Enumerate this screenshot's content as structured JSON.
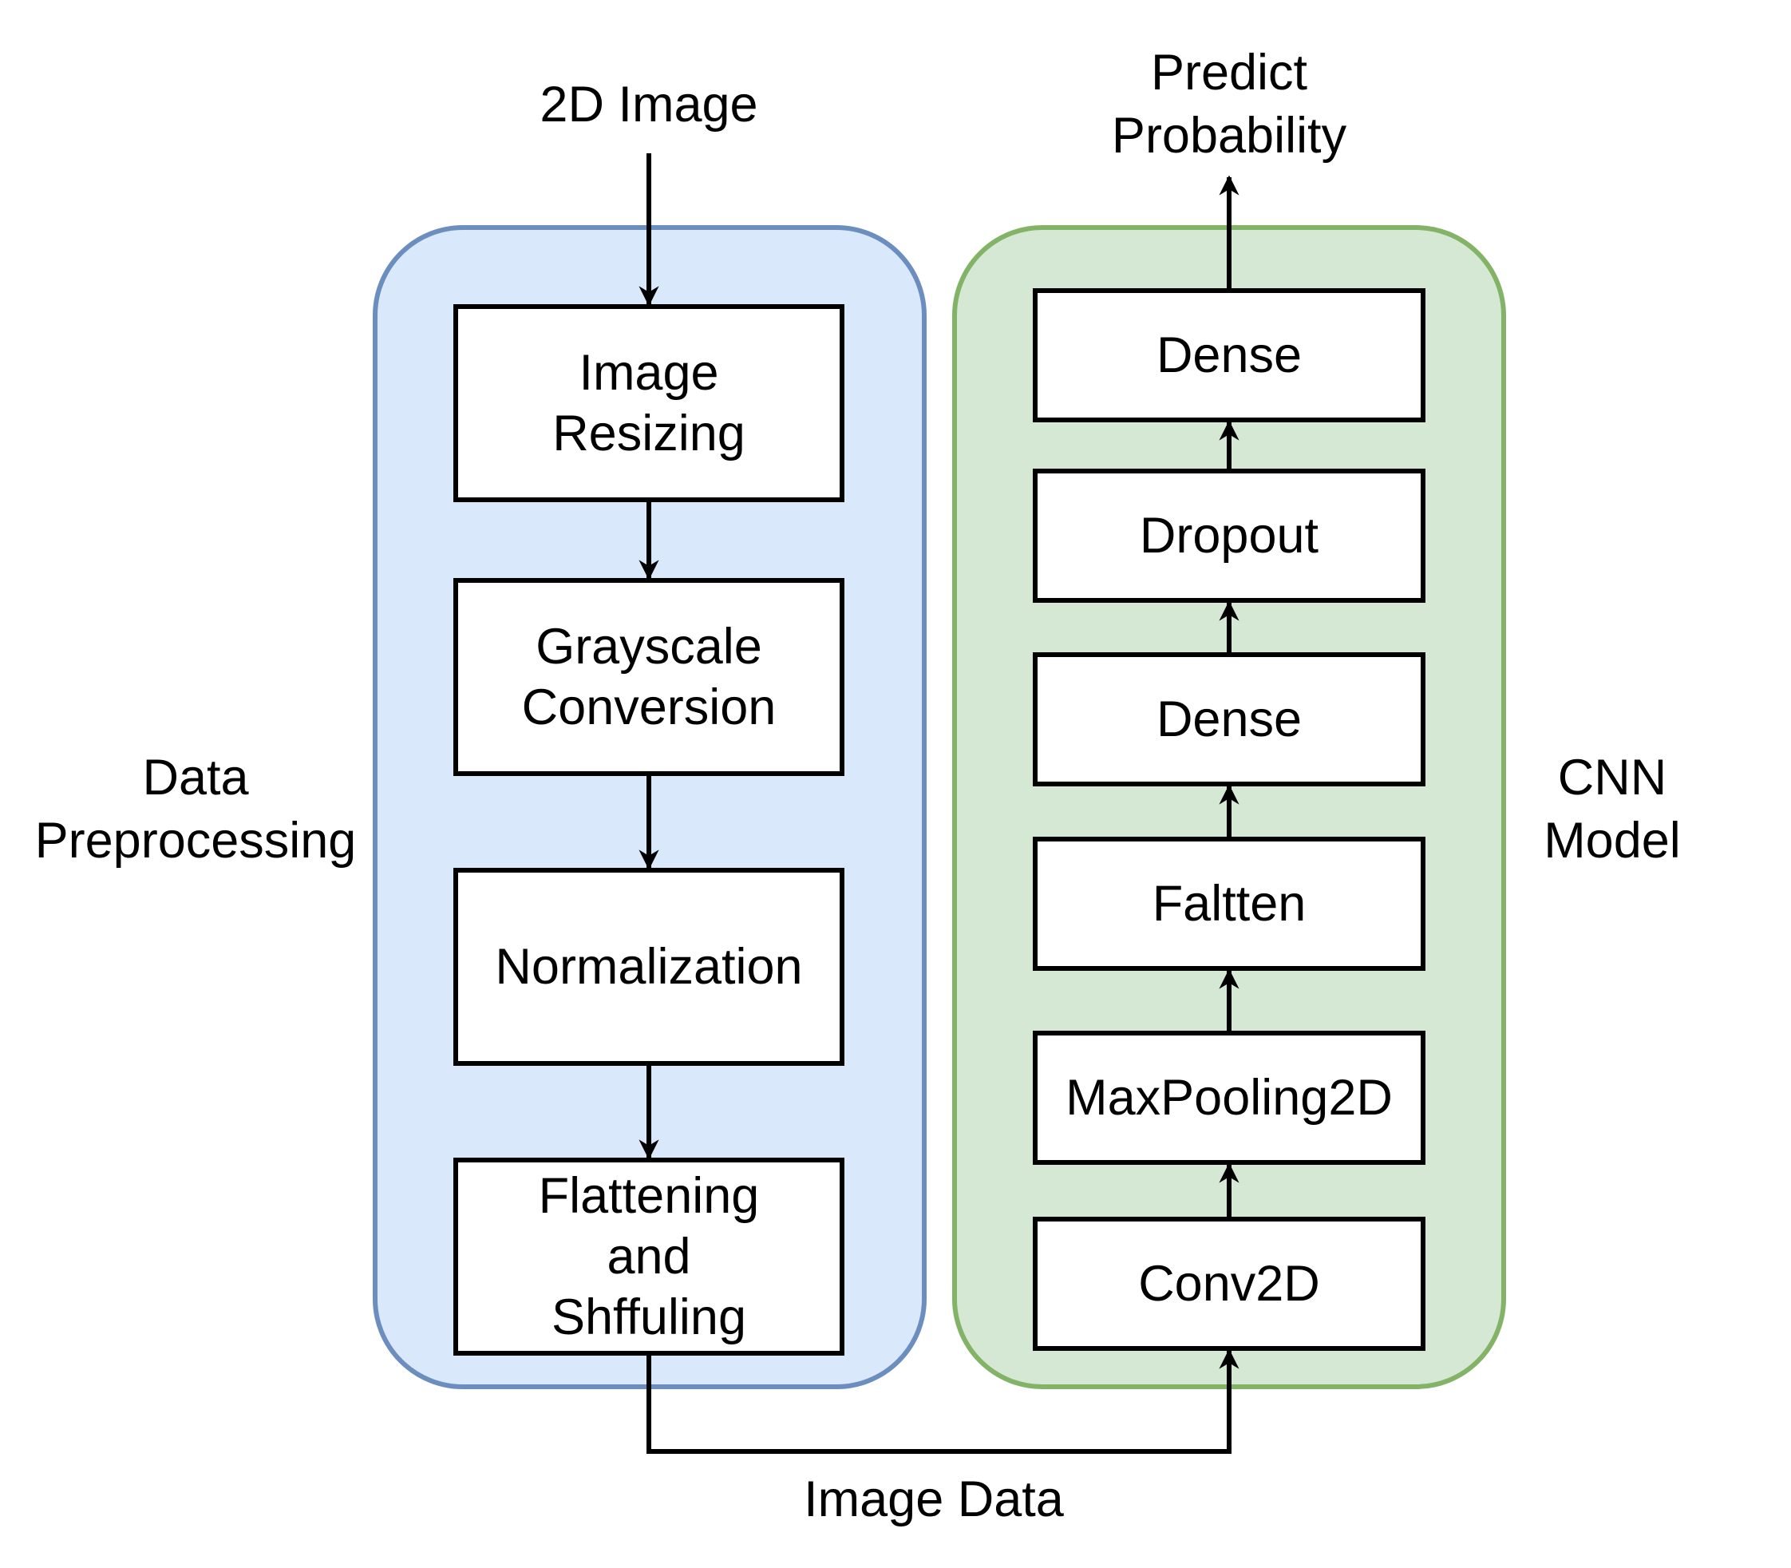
{
  "input_label": "2D Image",
  "output_label": "Predict Probability",
  "connector_label": "Image Data",
  "preprocessing": {
    "title": "Data Preprocessing",
    "fill": "#dae8fc",
    "stroke": "#6c8ebf",
    "steps": [
      "Image Resizing",
      "Grayscale Conversion",
      "Normalization",
      "Flattening and Shffuling"
    ]
  },
  "model": {
    "title": "CNN Model",
    "fill": "#d5e8d4",
    "stroke": "#82b366",
    "layers": [
      "Dense",
      "Dropout",
      "Dense",
      "Faltten",
      "MaxPooling2D",
      "Conv2D"
    ]
  }
}
